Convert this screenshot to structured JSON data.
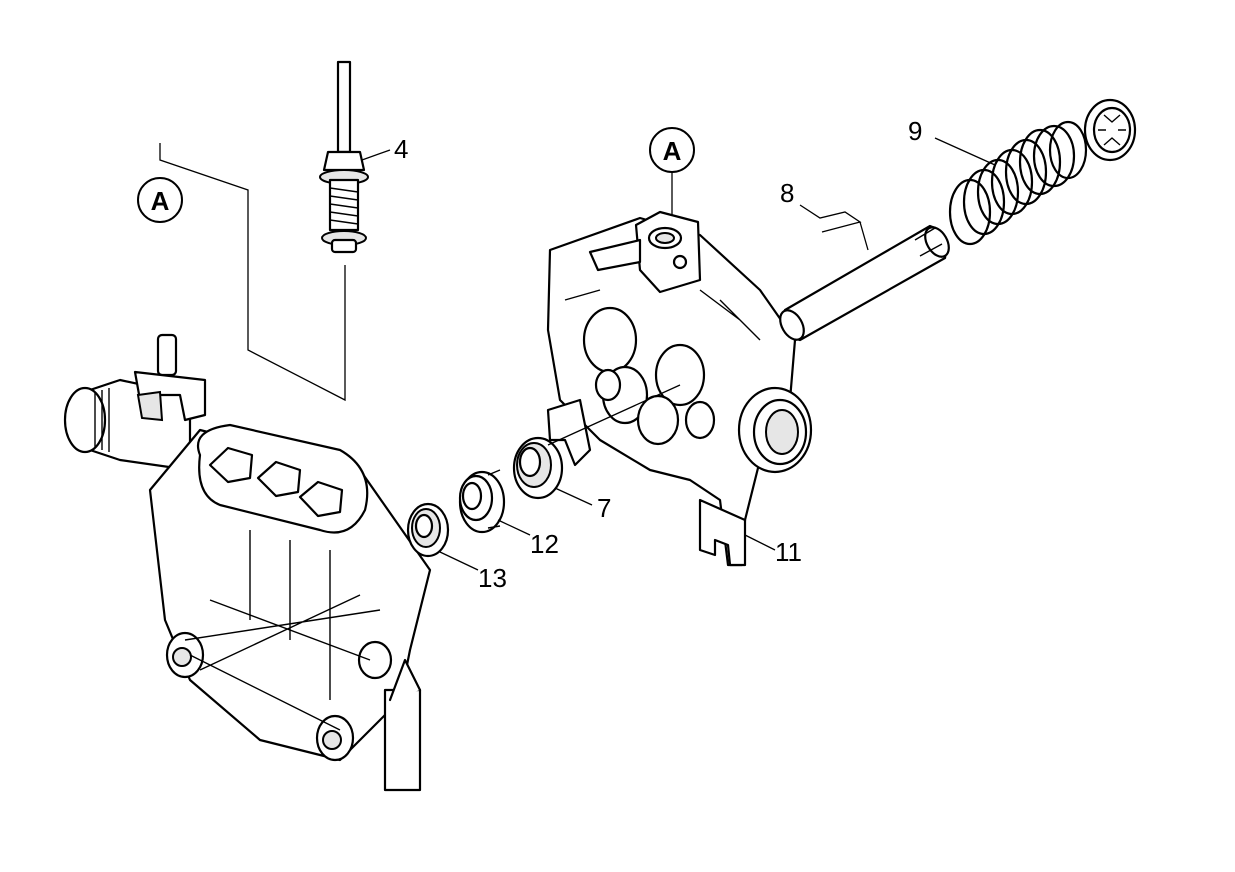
{
  "diagram": {
    "reference_marker": "A",
    "callouts": {
      "c4": "4",
      "c7": "7",
      "c8": "8",
      "c9": "9",
      "c11": "11",
      "c12": "12",
      "c13": "13"
    }
  }
}
